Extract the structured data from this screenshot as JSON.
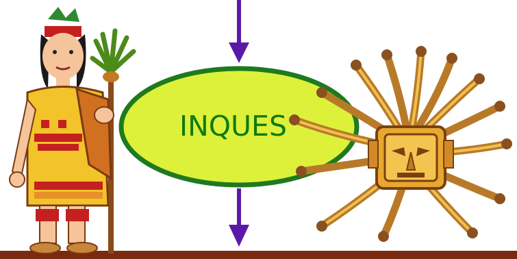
{
  "diagram": {
    "center_node": {
      "label": "INQUES",
      "fill_color": "#ddf13a",
      "stroke_color": "#1f7a1f",
      "text_color": "#0f7a10"
    },
    "arrow_color": "#5a1aa8",
    "baseline_color": "#7a2a10",
    "figures": [
      {
        "name": "inca-figure",
        "description_icon": "inca-warrior-icon"
      },
      {
        "name": "sun-mask",
        "description_icon": "inca-sun-god-icon"
      }
    ]
  }
}
